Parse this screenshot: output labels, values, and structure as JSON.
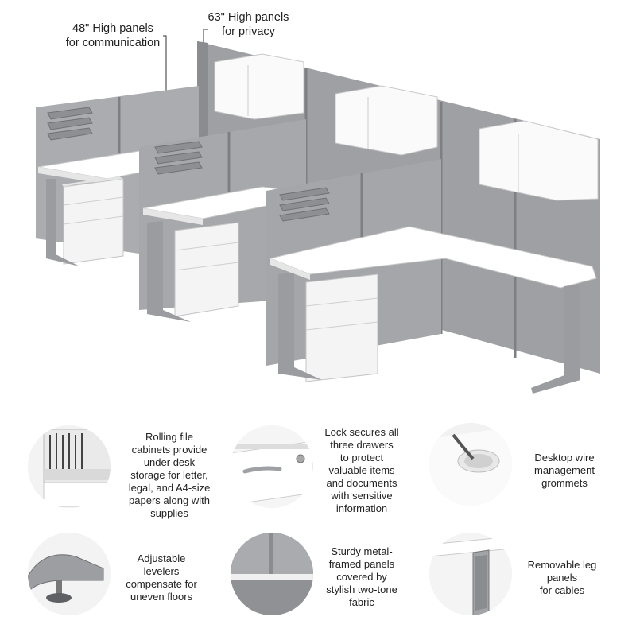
{
  "callouts": {
    "panels_48": "48\" High panels\nfor communication",
    "panels_63": "63\" High panels\nfor privacy"
  },
  "features": [
    {
      "icon": "file-cabinet-icon",
      "text": "Rolling file\ncabinets provide\nunder desk\nstorage for letter,\nlegal, and A4-size\npapers along with\nsupplies"
    },
    {
      "icon": "drawer-lock-icon",
      "text": "Lock secures all\nthree drawers\nto protect\nvaluable items\nand documents\nwith sensitive\ninformation"
    },
    {
      "icon": "wire-grommet-icon",
      "text": "Desktop wire\nmanagement\ngrommets"
    },
    {
      "icon": "leveler-icon",
      "text": "Adjustable\nlevelers\ncompensate for\nuneven floors"
    },
    {
      "icon": "panel-frame-icon",
      "text": "Sturdy metal-\nframed panels\ncovered by\nstylish two-tone\nfabric"
    },
    {
      "icon": "leg-panel-icon",
      "text": "Removable leg\npanels\nfor cables"
    }
  ],
  "colors": {
    "panel": "#a9abae",
    "panel_dark": "#8e9093",
    "frame": "#7d8083",
    "desk": "#ffffff",
    "cabinet": "#f4f4f4"
  }
}
